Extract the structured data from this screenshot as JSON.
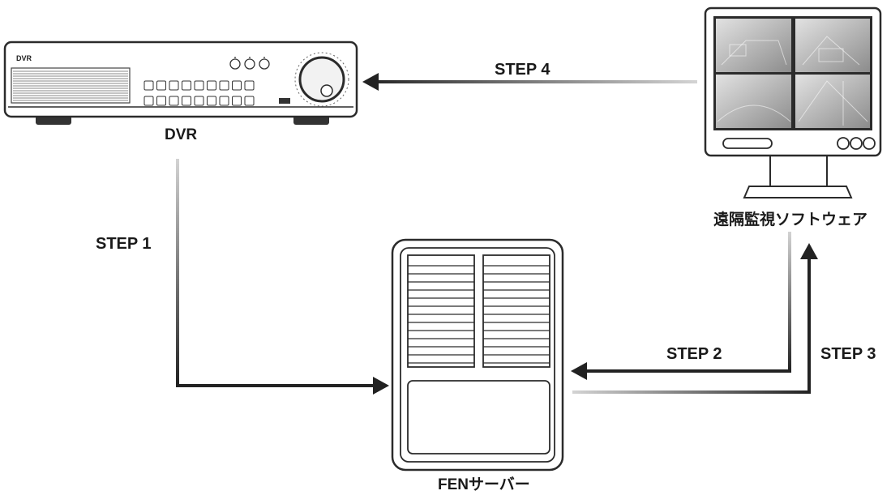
{
  "devices": {
    "dvr": {
      "label": "DVR",
      "front_text": "DVR"
    },
    "software": {
      "label": "遠隔監視ソフトウェア"
    },
    "server": {
      "label": "FENサーバー"
    }
  },
  "steps": {
    "step1": "STEP 1",
    "step2": "STEP 2",
    "step3": "STEP 3",
    "step4": "STEP 4"
  },
  "colors": {
    "arrow": "#222222",
    "arrow_faded": "#cfcfcf",
    "outline": "#2b2b2b",
    "screen": "#9a9a9a"
  }
}
